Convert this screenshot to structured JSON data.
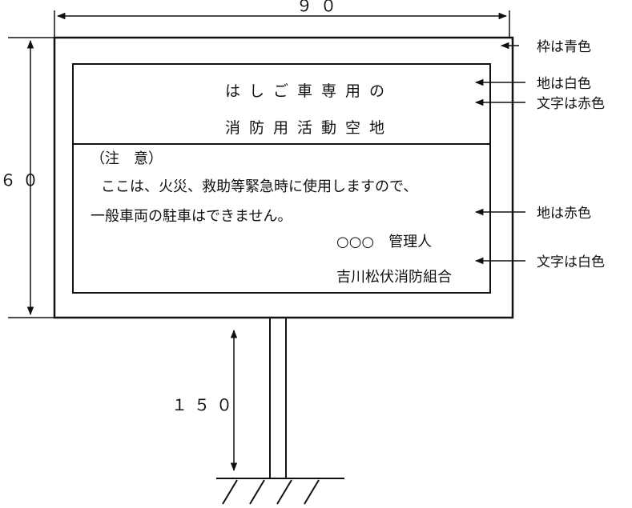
{
  "dimensions": {
    "width": "９０",
    "height": "６０",
    "pole": "１５０"
  },
  "sign": {
    "title_line1": "はしご車専用の",
    "title_line2": "消防用活動空地",
    "notice_heading": "（注　意）",
    "notice_line1": "ここは、火災、救助等緊急時に使用しますので、",
    "notice_line2": "一般車両の駐車はできません。",
    "manager": "○○○　管理人",
    "organization": "吉川松伏消防組合"
  },
  "annotations": {
    "frame": "枠は青色",
    "top_background": "地は白色",
    "top_text": "文字は赤色",
    "bottom_background": "地は赤色",
    "bottom_text": "文字は白色"
  }
}
